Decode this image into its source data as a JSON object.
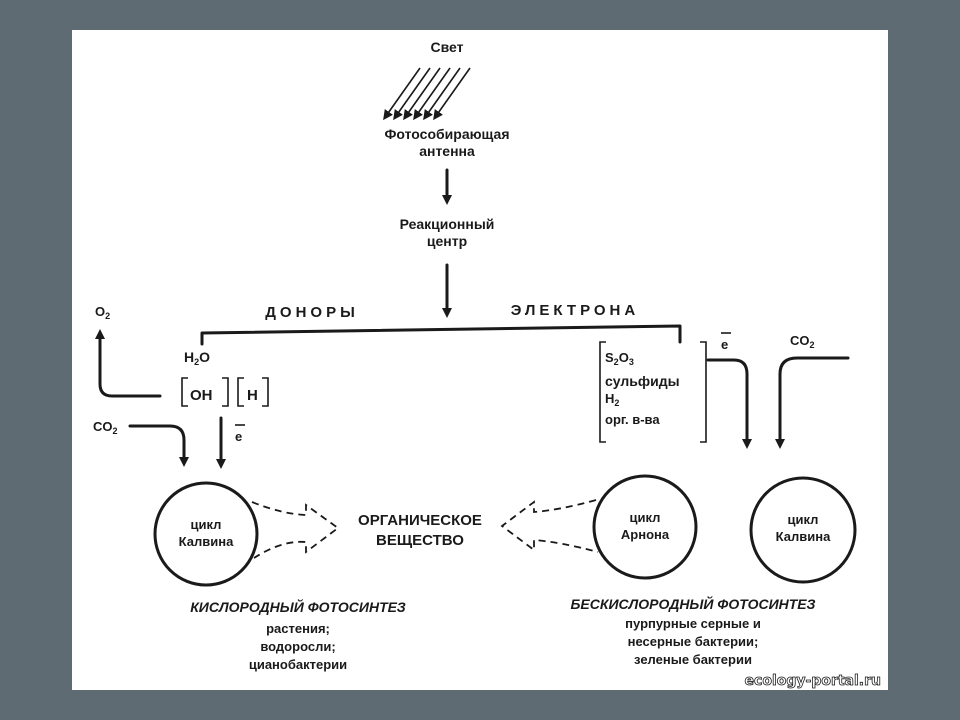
{
  "diagram": {
    "light": "Свет",
    "antenna": [
      "Фотособирающая",
      "антенна"
    ],
    "reaction_center": [
      "Реакционный",
      "центр"
    ],
    "donors": "ДОНОРЫ",
    "electron": "ЭЛЕКТРОНА",
    "o2": "O",
    "o2_sub": "2",
    "h2o_h": "H",
    "h2o_sub": "2",
    "h2o_o": "O",
    "oh": "OH",
    "h": "H",
    "co2_left": "CO",
    "co2_left_sub": "2",
    "electron_left": "e",
    "donor_s2o3": [
      "S",
      "2",
      "O",
      "3"
    ],
    "donor_sulfides": "сульфиды",
    "donor_h2": [
      "H",
      "2"
    ],
    "donor_organic": "орг. в-ва",
    "electron_right": "e",
    "co2_right": "CO",
    "co2_right_sub": "2",
    "cycle_left": [
      "цикл",
      "Калвина"
    ],
    "organic_matter": [
      "ОРГАНИЧЕСКОЕ",
      "ВЕЩЕСТВО"
    ],
    "cycle_arnon": [
      "цикл",
      "Арнона"
    ],
    "cycle_right": [
      "цикл",
      "Калвина"
    ],
    "oxygenic_title": "КИСЛОРОДНЫЙ ФОТОСИНТЕЗ",
    "oxygenic_examples": [
      "растения;",
      "водоросли;",
      "цианобактерии"
    ],
    "anoxygenic_title": "БЕСКИСЛОРОДНЫЙ ФОТОСИНТЕЗ",
    "anoxygenic_examples": [
      "пурпурные серные и",
      "несерные бактерии;",
      "зеленые бактерии"
    ]
  },
  "watermark": "ecology-portal.ru",
  "colors": {
    "background": "#5f6b73",
    "slide": "#ffffff",
    "ink": "#1a1a1a"
  }
}
